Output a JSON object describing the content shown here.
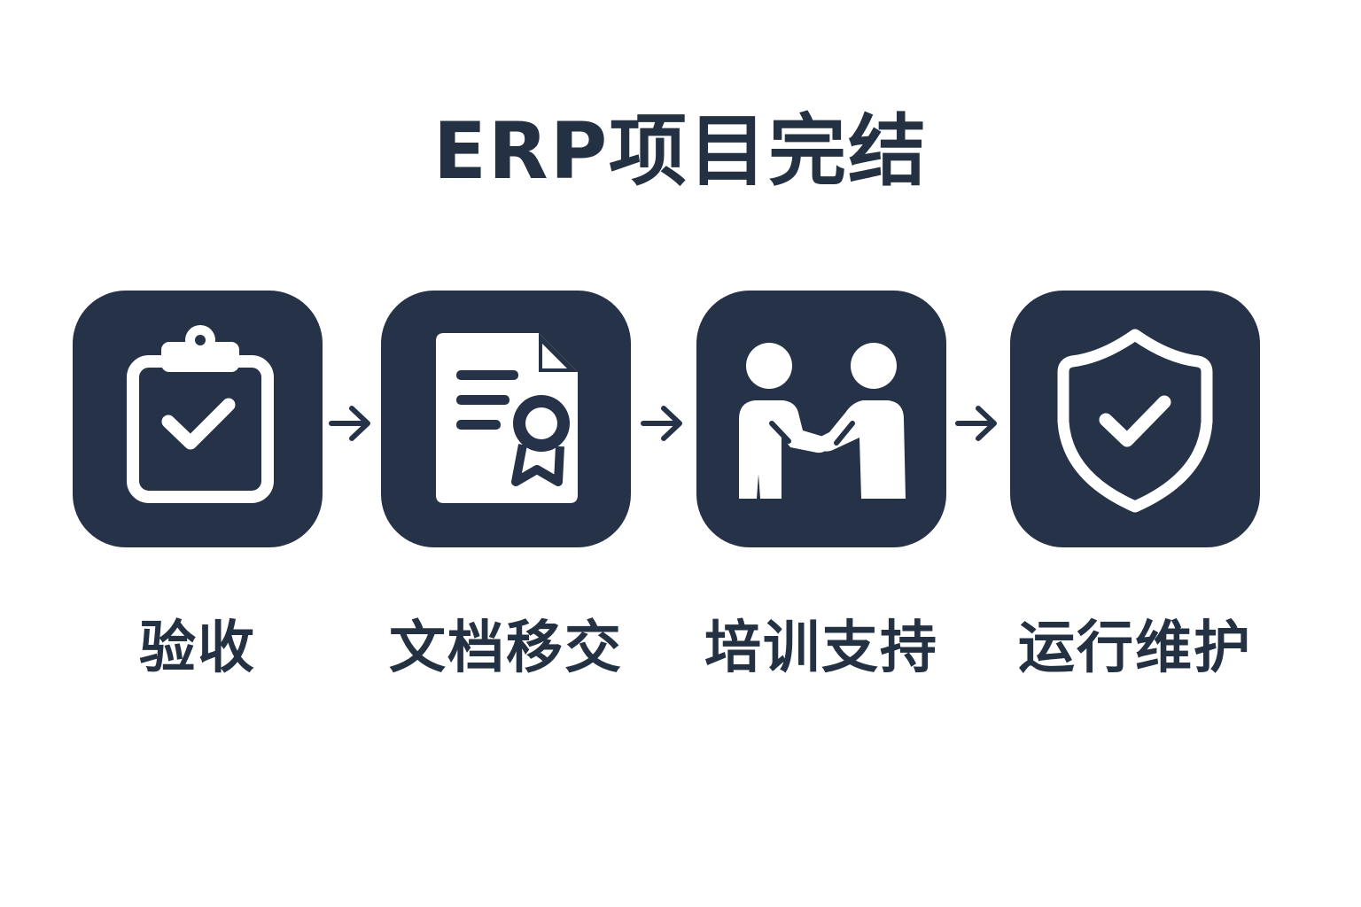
{
  "title": "ERP项目完结",
  "steps": [
    {
      "label": "验收",
      "icon": "clipboard-check-icon"
    },
    {
      "label": "文档移交",
      "icon": "certificate-document-icon"
    },
    {
      "label": "培训支持",
      "icon": "handshake-icon"
    },
    {
      "label": "运行维护",
      "icon": "shield-check-icon"
    }
  ],
  "colors": {
    "tile": "#253247",
    "icon": "#ffffff",
    "text": "#243142",
    "background": "#ffffff"
  }
}
